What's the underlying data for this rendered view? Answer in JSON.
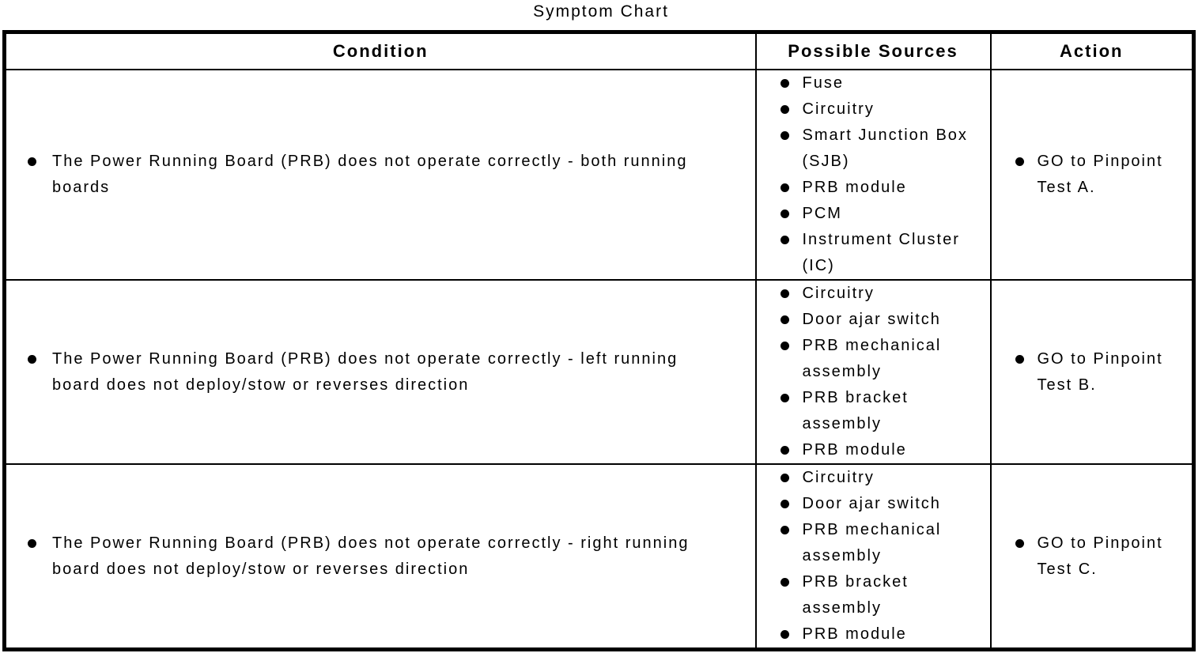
{
  "title": "Symptom Chart",
  "colors": {
    "background": "#ffffff",
    "text": "#000000",
    "border": "#000000"
  },
  "icons": {
    "bullet": "filled-circle"
  },
  "table": {
    "headers": [
      "Condition",
      "Possible Sources",
      "Action"
    ],
    "rows": [
      {
        "condition": "The Power Running Board (PRB) does not operate correctly - both running boards",
        "sources": [
          "Fuse",
          "Circuitry",
          "Smart Junction Box (SJB)",
          "PRB module",
          "PCM",
          "Instrument Cluster (IC)"
        ],
        "action": "GO to Pinpoint Test A."
      },
      {
        "condition": "The Power Running Board (PRB) does not operate correctly - left running board does not deploy/stow or reverses direction",
        "sources": [
          "Circuitry",
          "Door ajar switch",
          "PRB mechanical assembly",
          "PRB bracket assembly",
          "PRB module"
        ],
        "action": "GO to Pinpoint Test B."
      },
      {
        "condition": "The Power Running Board (PRB) does not operate correctly - right running board does not deploy/stow or reverses direction",
        "sources": [
          "Circuitry",
          "Door ajar switch",
          "PRB mechanical assembly",
          "PRB bracket assembly",
          "PRB module"
        ],
        "action": "GO to Pinpoint Test C."
      }
    ]
  }
}
